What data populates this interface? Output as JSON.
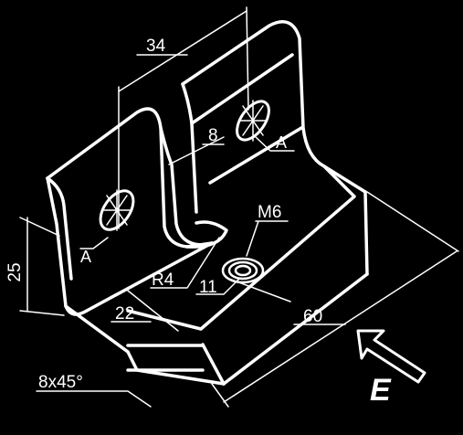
{
  "dimensions": {
    "d34": "34",
    "d8": "8",
    "d25": "25",
    "r4": "R4",
    "d11": "11",
    "m6": "M6",
    "d22": "22",
    "d60": "60",
    "chamfer": "8x45°"
  },
  "labels": {
    "section_a_left": "A",
    "section_a_right": "A",
    "view_e": "E"
  }
}
